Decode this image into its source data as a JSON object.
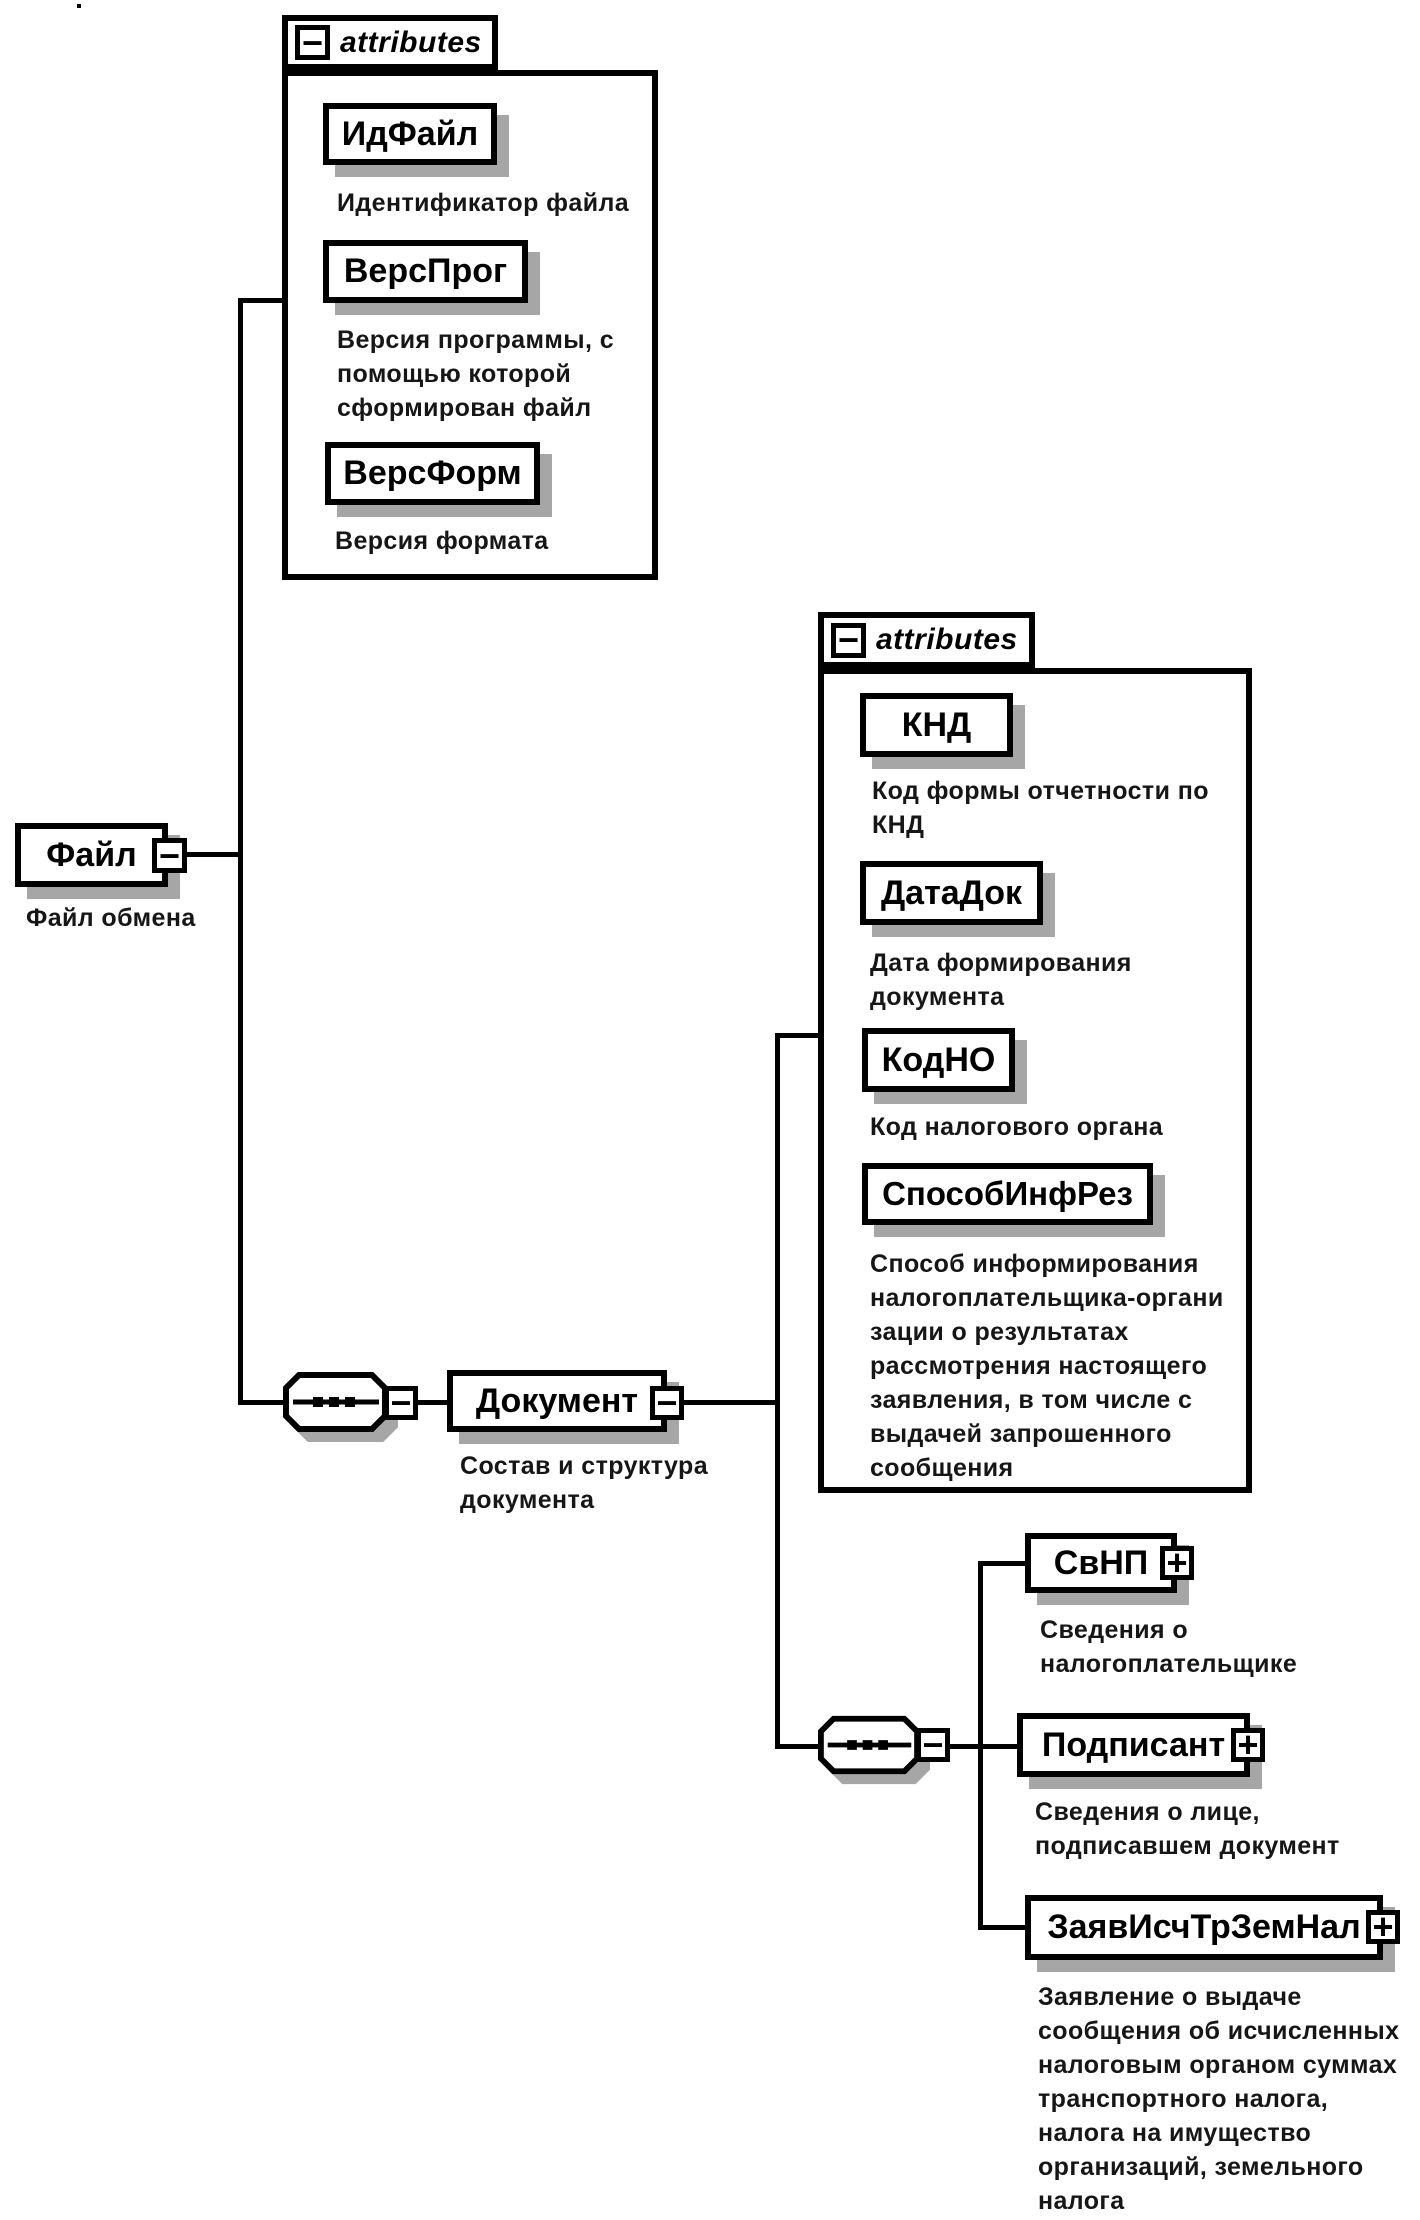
{
  "icons": {
    "collapse": "−",
    "expand": "+"
  },
  "root": {
    "name": "Файл",
    "annotation": "Файл обмена"
  },
  "file_attributes": {
    "header": "attributes",
    "items": [
      {
        "name": "ИдФайл",
        "annotation": "Идентификатор файла"
      },
      {
        "name": "ВерсПрог",
        "annotation": "Версия программы, с\nпомощью которой\nсформирован файл"
      },
      {
        "name": "ВерсФорм",
        "annotation": "Версия формата"
      }
    ]
  },
  "document": {
    "name": "Документ",
    "annotation": "Состав и структура\nдокумента"
  },
  "document_attributes": {
    "header": "attributes",
    "items": [
      {
        "name": "КНД",
        "annotation": "Код формы отчетности по\nКНД"
      },
      {
        "name": "ДатаДок",
        "annotation": "Дата формирования\nдокумента"
      },
      {
        "name": "КодНО",
        "annotation": "Код налогового органа"
      },
      {
        "name": "СпособИнфРез",
        "annotation": "Способ информирования\nналогоплательщика-органи\nзации о результатах\nрассмотрения настоящего\nзаявления, в том числе с\nвыдачей запрошенного\nсообщения"
      }
    ]
  },
  "document_children": [
    {
      "name": "СвНП",
      "annotation": "Сведения о\nналогоплательщике"
    },
    {
      "name": "Подписант",
      "annotation": "Сведения о лице,\nподписавшем документ"
    },
    {
      "name": "ЗаявИсчТрЗемНал",
      "annotation": "Заявление о выдаче\nсообщения об исчисленных\nналоговым органом суммах\nтранспортного налога,\nналога на имущество\nорганизаций, земельного\nналога"
    }
  ]
}
